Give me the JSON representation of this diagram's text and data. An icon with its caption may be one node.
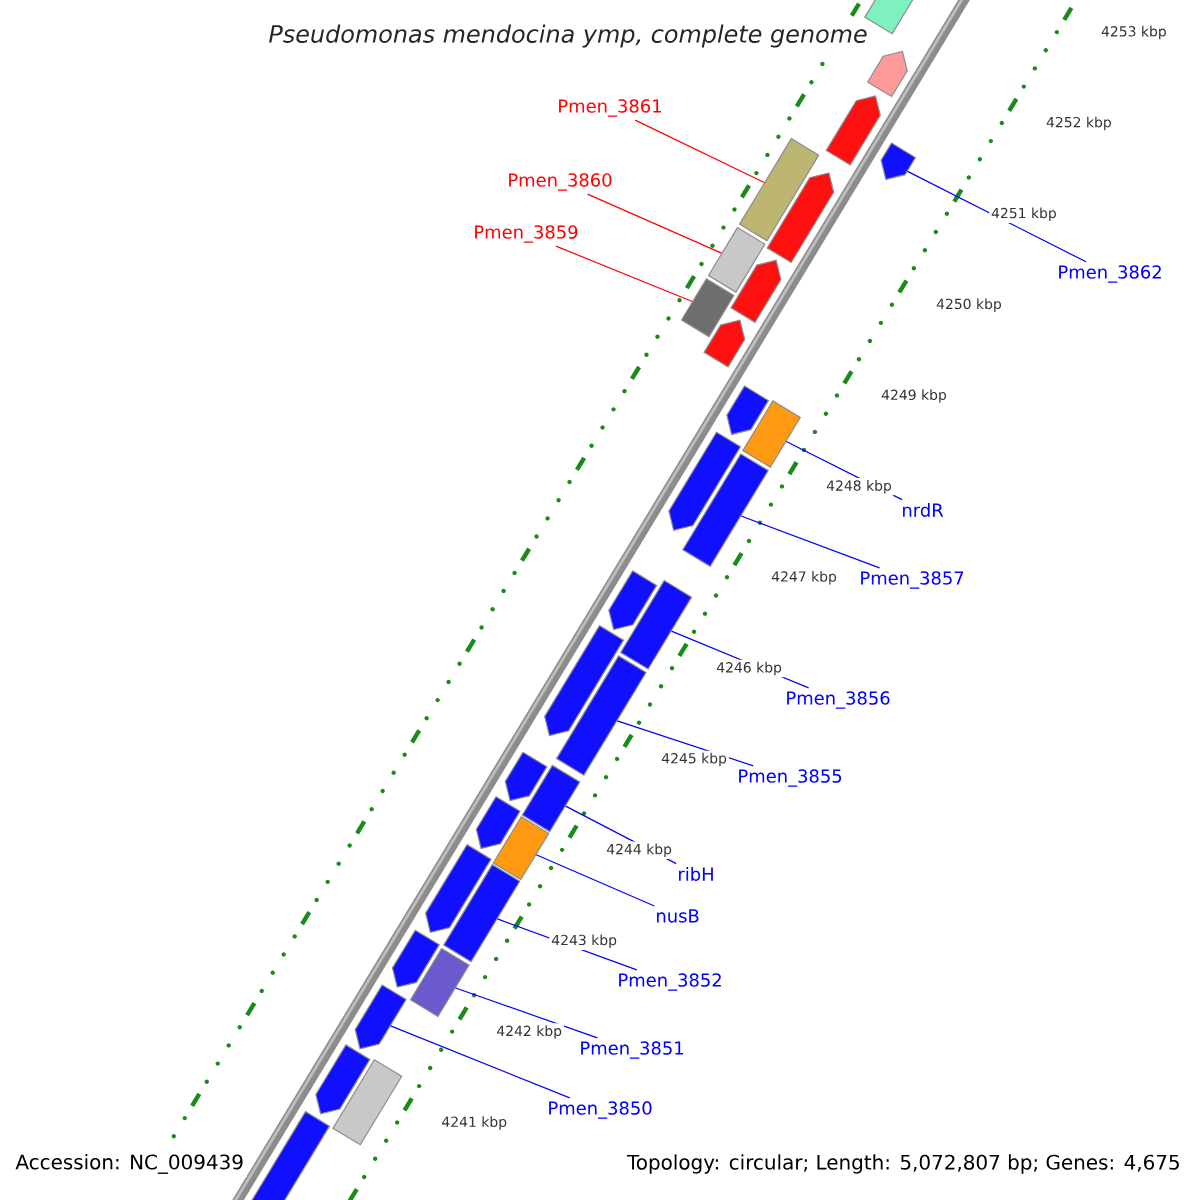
{
  "diagram": {
    "title": "Pseudomonas mendocina ymp, complete genome",
    "nodes": [
      {
        "text": [
          "Pmen_3861"
        ]
      },
      {
        "text": [
          "Pmen_3860"
        ]
      },
      {
        "text": [
          "Pmen_3859"
        ]
      },
      {
        "text": [
          "Pmen_3862"
        ]
      },
      {
        "text": [
          "nrdR"
        ]
      },
      {
        "text": [
          "Pmen_3857"
        ]
      },
      {
        "text": [
          "Pmen_3856"
        ]
      },
      {
        "text": [
          "Pmen_3855"
        ]
      },
      {
        "text": [
          "ribH"
        ]
      },
      {
        "text": [
          "nusB"
        ]
      },
      {
        "text": [
          "Pmen_3852"
        ]
      },
      {
        "text": [
          "Pmen_3851"
        ]
      },
      {
        "text": [
          "Pmen_3850"
        ]
      },
      {
        "text": [],
        "shape": "bar"
      },
      {
        "text": [],
        "shape": "bar"
      },
      {
        "text": [],
        "shape": "bar"
      },
      {
        "text": [],
        "shape": "bar"
      },
      {
        "text": [],
        "shape": "bar"
      },
      {
        "text": [],
        "shape": "bar"
      },
      {
        "text": [],
        "shape": "bar"
      },
      {
        "text": [],
        "shape": "bar"
      },
      {
        "text": [],
        "shape": "bar"
      },
      {
        "text": [],
        "shape": "bar"
      },
      {
        "text": [],
        "shape": "bar"
      },
      {
        "text": [],
        "shape": "bar"
      },
      {
        "text": [],
        "shape": "bar"
      },
      {
        "text": [],
        "shape": "bar"
      },
      {
        "text": [],
        "shape": "bar"
      },
      {
        "text": [],
        "shape": "bar"
      },
      {
        "text": [],
        "shape": "bar"
      },
      {
        "text": [],
        "shape": "bar"
      },
      {
        "text": [],
        "shape": "bar"
      },
      {
        "text": [],
        "shape": "bar"
      },
      {
        "text": [],
        "shape": "bar"
      },
      {
        "text": [],
        "shape": "bar"
      },
      {
        "text": [],
        "shape": "bar"
      },
      {
        "text": [],
        "shape": "bar"
      },
      {
        "text": [],
        "shape": "bar"
      },
      {
        "text": [],
        "shape": "bar"
      },
      {
        "text": [],
        "shape": "bar"
      },
      {
        "text": [],
        "shape": "bar"
      },
      {
        "text": [],
        "shape": "bar"
      },
      {
        "text": [],
        "shape": "bar"
      }
    ],
    "edges": [
      {
        "from": 0,
        "to": 17,
        "arrow": "none",
        "color": "#ff0000"
      },
      {
        "from": 1,
        "to": 19,
        "arrow": "none",
        "color": "#ff0000"
      },
      {
        "from": 2,
        "to": 21,
        "arrow": "none",
        "color": "#ff0000"
      },
      {
        "from": 3,
        "to": 16,
        "arrow": "none"
      },
      {
        "from": 4,
        "to": 24,
        "arrow": "none"
      },
      {
        "from": 5,
        "to": 26,
        "arrow": "none"
      },
      {
        "from": 6,
        "to": 28,
        "arrow": "none"
      },
      {
        "from": 7,
        "to": 30,
        "arrow": "none"
      },
      {
        "from": 8,
        "to": 31,
        "arrow": "none"
      },
      {
        "from": 9,
        "to": 34,
        "arrow": "none"
      },
      {
        "from": 10,
        "to": 36,
        "arrow": "none"
      },
      {
        "from": 11,
        "to": 38,
        "arrow": "none"
      },
      {
        "from": 12,
        "to": 39,
        "arrow": "none"
      }
    ],
    "labels": [
      "4253 kbp",
      "4252 kbp",
      "4251 kbp",
      "4250 kbp",
      "4249 kbp",
      "4248 kbp",
      "4247 kbp",
      "4246 kbp",
      "4245 kbp",
      "4244 kbp",
      "4243 kbp",
      "4242 kbp",
      "4241 kbp",
      "Accession: NC_009439",
      "Topology: circular; Length: 5,072,807 bp; Genes: 4,675"
    ]
  }
}
